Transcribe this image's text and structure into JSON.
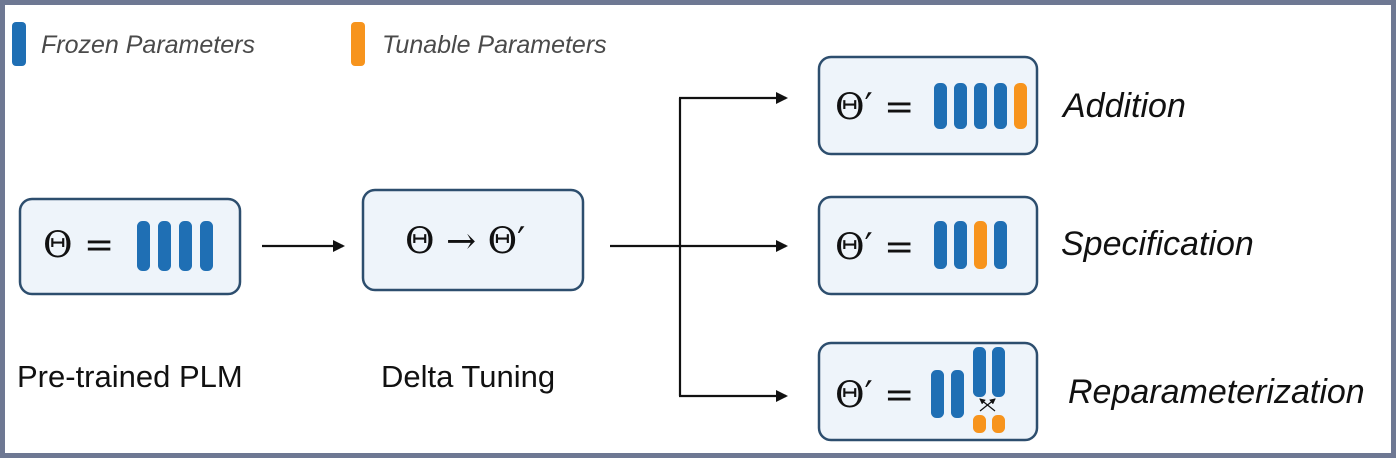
{
  "colors": {
    "frozen": "#1f6fb4",
    "tunable": "#f7941d",
    "box_fill": "#eef4fa",
    "box_stroke": "#2d4e6e",
    "arrow": "#111111"
  },
  "legend": {
    "frozen_label": "Frozen Parameters",
    "tunable_label": "Tunable Parameters"
  },
  "nodes": {
    "pretrained": {
      "formula": "Θ =",
      "caption": "Pre-trained PLM",
      "bars": [
        "frozen",
        "frozen",
        "frozen",
        "frozen"
      ]
    },
    "delta": {
      "formula": "Θ → Θ′",
      "caption": "Delta Tuning"
    }
  },
  "methods": [
    {
      "name": "Addition",
      "formula": "Θ′ =",
      "bars": [
        "frozen",
        "frozen",
        "frozen",
        "frozen",
        "tunable"
      ]
    },
    {
      "name": "Specification",
      "formula": "Θ′ =",
      "bars": [
        "frozen",
        "frozen",
        "tunable",
        "frozen"
      ]
    },
    {
      "name": "Reparameterization",
      "formula": "Θ′ =",
      "bars": [
        "frozen",
        "frozen"
      ],
      "decomposed": {
        "frozen": 2,
        "tunable": 2
      }
    }
  ]
}
